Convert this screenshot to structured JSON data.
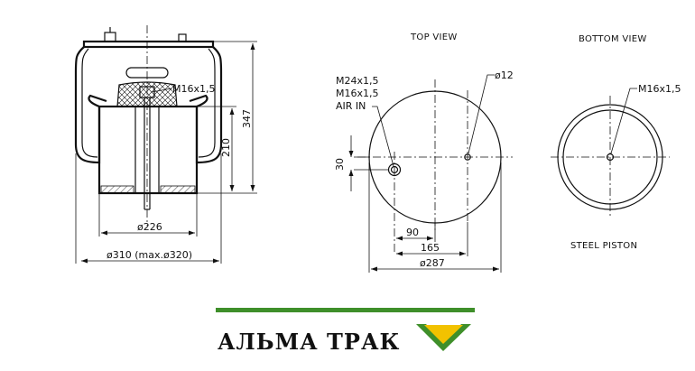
{
  "side_view": {
    "label_m16": "M16x1,5",
    "dim_height_total": "347",
    "dim_height_lower": "210",
    "dim_piston_dia": "ø226",
    "dim_bellow_dia": "ø310 (max.ø320)"
  },
  "top_view": {
    "title": "TOP VIEW",
    "label_m24": "M24x1,5",
    "label_m16": "M16x1,5",
    "label_air_in": "AIR IN",
    "label_dia12": "ø12",
    "dim_30": "30",
    "dim_90": "90",
    "dim_165": "165",
    "dim_287": "ø287"
  },
  "bottom_view": {
    "title": "BOTTOM VIEW",
    "label_m16": "M16x1,5",
    "caption": "STEEL PISTON"
  },
  "brand": {
    "name": "АЛЬМА ТРАК",
    "color_green": "#3f8f2a",
    "color_yellow": "#f2c200"
  }
}
